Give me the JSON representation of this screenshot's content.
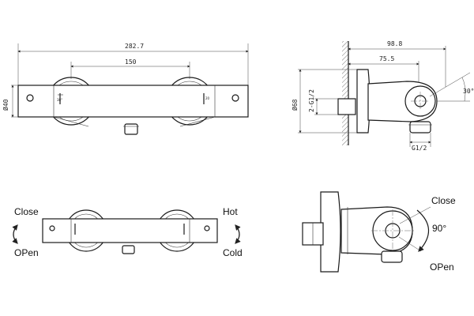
{
  "top_front": {
    "overall_width": "282.7",
    "center_distance": "150",
    "height": "Ø40",
    "knob_left_text": "38°",
    "knob_right_text": "20"
  },
  "top_side": {
    "depth": "98.8",
    "inner_depth": "75.5",
    "flange_diameter": "Ø68",
    "thread_in": "2-G1/2",
    "thread_out": "G1/2",
    "angle": "30°"
  },
  "bottom_front": {
    "close_label": "Close",
    "open_label": "OPen",
    "hot_label": "Hot",
    "cold_label": "Cold"
  },
  "bottom_side": {
    "close_label": "Close",
    "open_label": "OPen",
    "rotation": "90°"
  }
}
